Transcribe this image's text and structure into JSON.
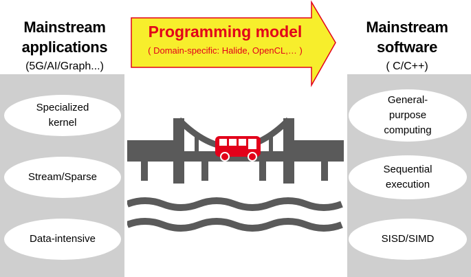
{
  "left": {
    "title_line1": "Mainstream",
    "title_line2": "applications",
    "subtitle": "(5G/AI/Graph...)",
    "items": [
      "Specialized\nkernel",
      "Stream/Sparse",
      "Data-intensive"
    ]
  },
  "right": {
    "title_line1": "Mainstream",
    "title_line2": "software",
    "subtitle": "( C/C++)",
    "items": [
      "General-\npurpose\ncomputing",
      "Sequential\nexecution",
      "SISD/SIMD"
    ]
  },
  "arrow": {
    "title": "Programming model",
    "subtitle": "( Domain-specific: Halide, OpenCL,… )"
  },
  "colors": {
    "arrow_fill": "#f7ee2c",
    "arrow_stroke": "#e2001a",
    "accent_red": "#e2001a",
    "bridge_gray": "#5a5a5a",
    "column_gray": "#cfcfcf"
  },
  "icons": {
    "bridge": "suspension-bridge-icon",
    "bus": "bus-icon",
    "water": "water-waves-icon"
  }
}
